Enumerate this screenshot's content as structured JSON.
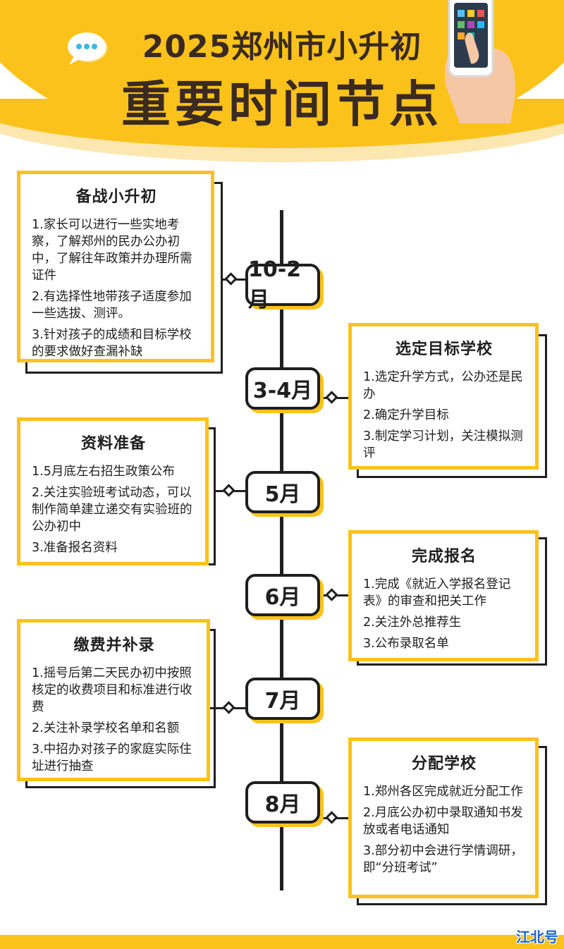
{
  "header": {
    "title_top": "2025郑州市小升初",
    "title_main": "重要时间节点"
  },
  "colors": {
    "accent": "#fbc21b",
    "ink": "#1f1f1f",
    "title": "#3a2a20",
    "watermark": "#1a66cc"
  },
  "icons": [
    "chat-bubble-icon",
    "phone-hand-icon"
  ],
  "timeline": {
    "months": [
      "10-2月",
      "3-4月",
      "5月",
      "6月",
      "7月",
      "8月"
    ]
  },
  "cards": [
    {
      "title": "备战小升初",
      "items": [
        "1.家长可以进行一些实地考察，了解郑州的民办公办初中，了解往年政策并办理所需证件",
        "2.有选择性地带孩子适度参加一些选拔、测评。",
        "3.针对孩子的成绩和目标学校的要求做好查漏补缺"
      ]
    },
    {
      "title": "选定目标学校",
      "items": [
        "1.选定升学方式，公办还是民办",
        "2.确定升学目标",
        "3.制定学习计划，关注模拟测评"
      ]
    },
    {
      "title": "资料准备",
      "items": [
        "1.5月底左右招生政策公布",
        "2.关注实验班考试动态，可以制作简单建立递交有实验班的公办初中",
        "3.准备报名资料"
      ]
    },
    {
      "title": "完成报名",
      "items": [
        "1.完成《就近入学报名登记表》的审查和把关工作",
        "2.关注外总推荐生",
        "3.公布录取名单"
      ]
    },
    {
      "title": "缴费并补录",
      "items": [
        "1.摇号后第二天民办初中按照核定的收费项目和标准进行收费",
        "2.关注补录学校名单和名额",
        "3.中招办对孩子的家庭实际住址进行抽查"
      ]
    },
    {
      "title": "分配学校",
      "items": [
        "1.郑州各区完成就近分配工作",
        "2.月底公办初中录取通知书发放或者电话通知",
        "3.部分初中会进行学情调研，即“分班考试”"
      ]
    }
  ],
  "footer": {
    "watermark": "江北号"
  }
}
